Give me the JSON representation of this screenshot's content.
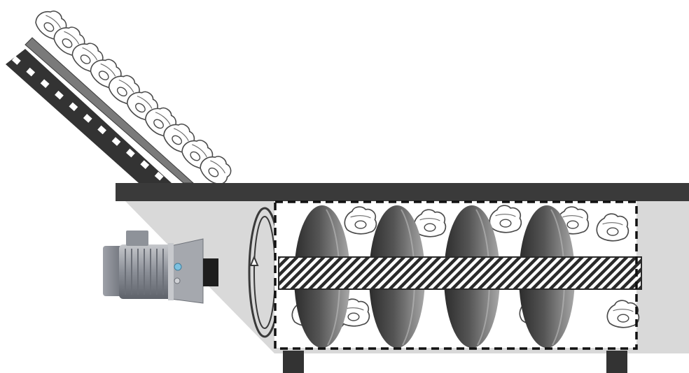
{
  "diagram": {
    "labels": [],
    "components": {
      "inclined_conveyor": {
        "icon": "inclined-belt-conveyor",
        "item_icon": "oyster-outline-icon",
        "item_count": 10
      },
      "platform": {
        "icon": "horizontal-deck-beam"
      },
      "motor": {
        "icon": "electric-motor-icon"
      },
      "rotation_indicator": {
        "icon": "rotation-arrow-icon",
        "direction": "rotating"
      },
      "trough": {
        "icon": "dashed-trough-housing",
        "item_icon": "oyster-outline-icon"
      },
      "screw": {
        "icon": "screw-auger-icon",
        "flight_count": 4
      },
      "shaft": {
        "icon": "hatched-shaft"
      },
      "supports": {
        "icon": "support-legs",
        "count": 2
      }
    },
    "colors": {
      "dark_metal": "#3a3a3a",
      "shadow": "#d9d9d9",
      "flight_dark": "#2f2f2f",
      "flight_light": "#9a9a9a",
      "motor_body": "#8d9098",
      "outline": "#555555"
    }
  }
}
